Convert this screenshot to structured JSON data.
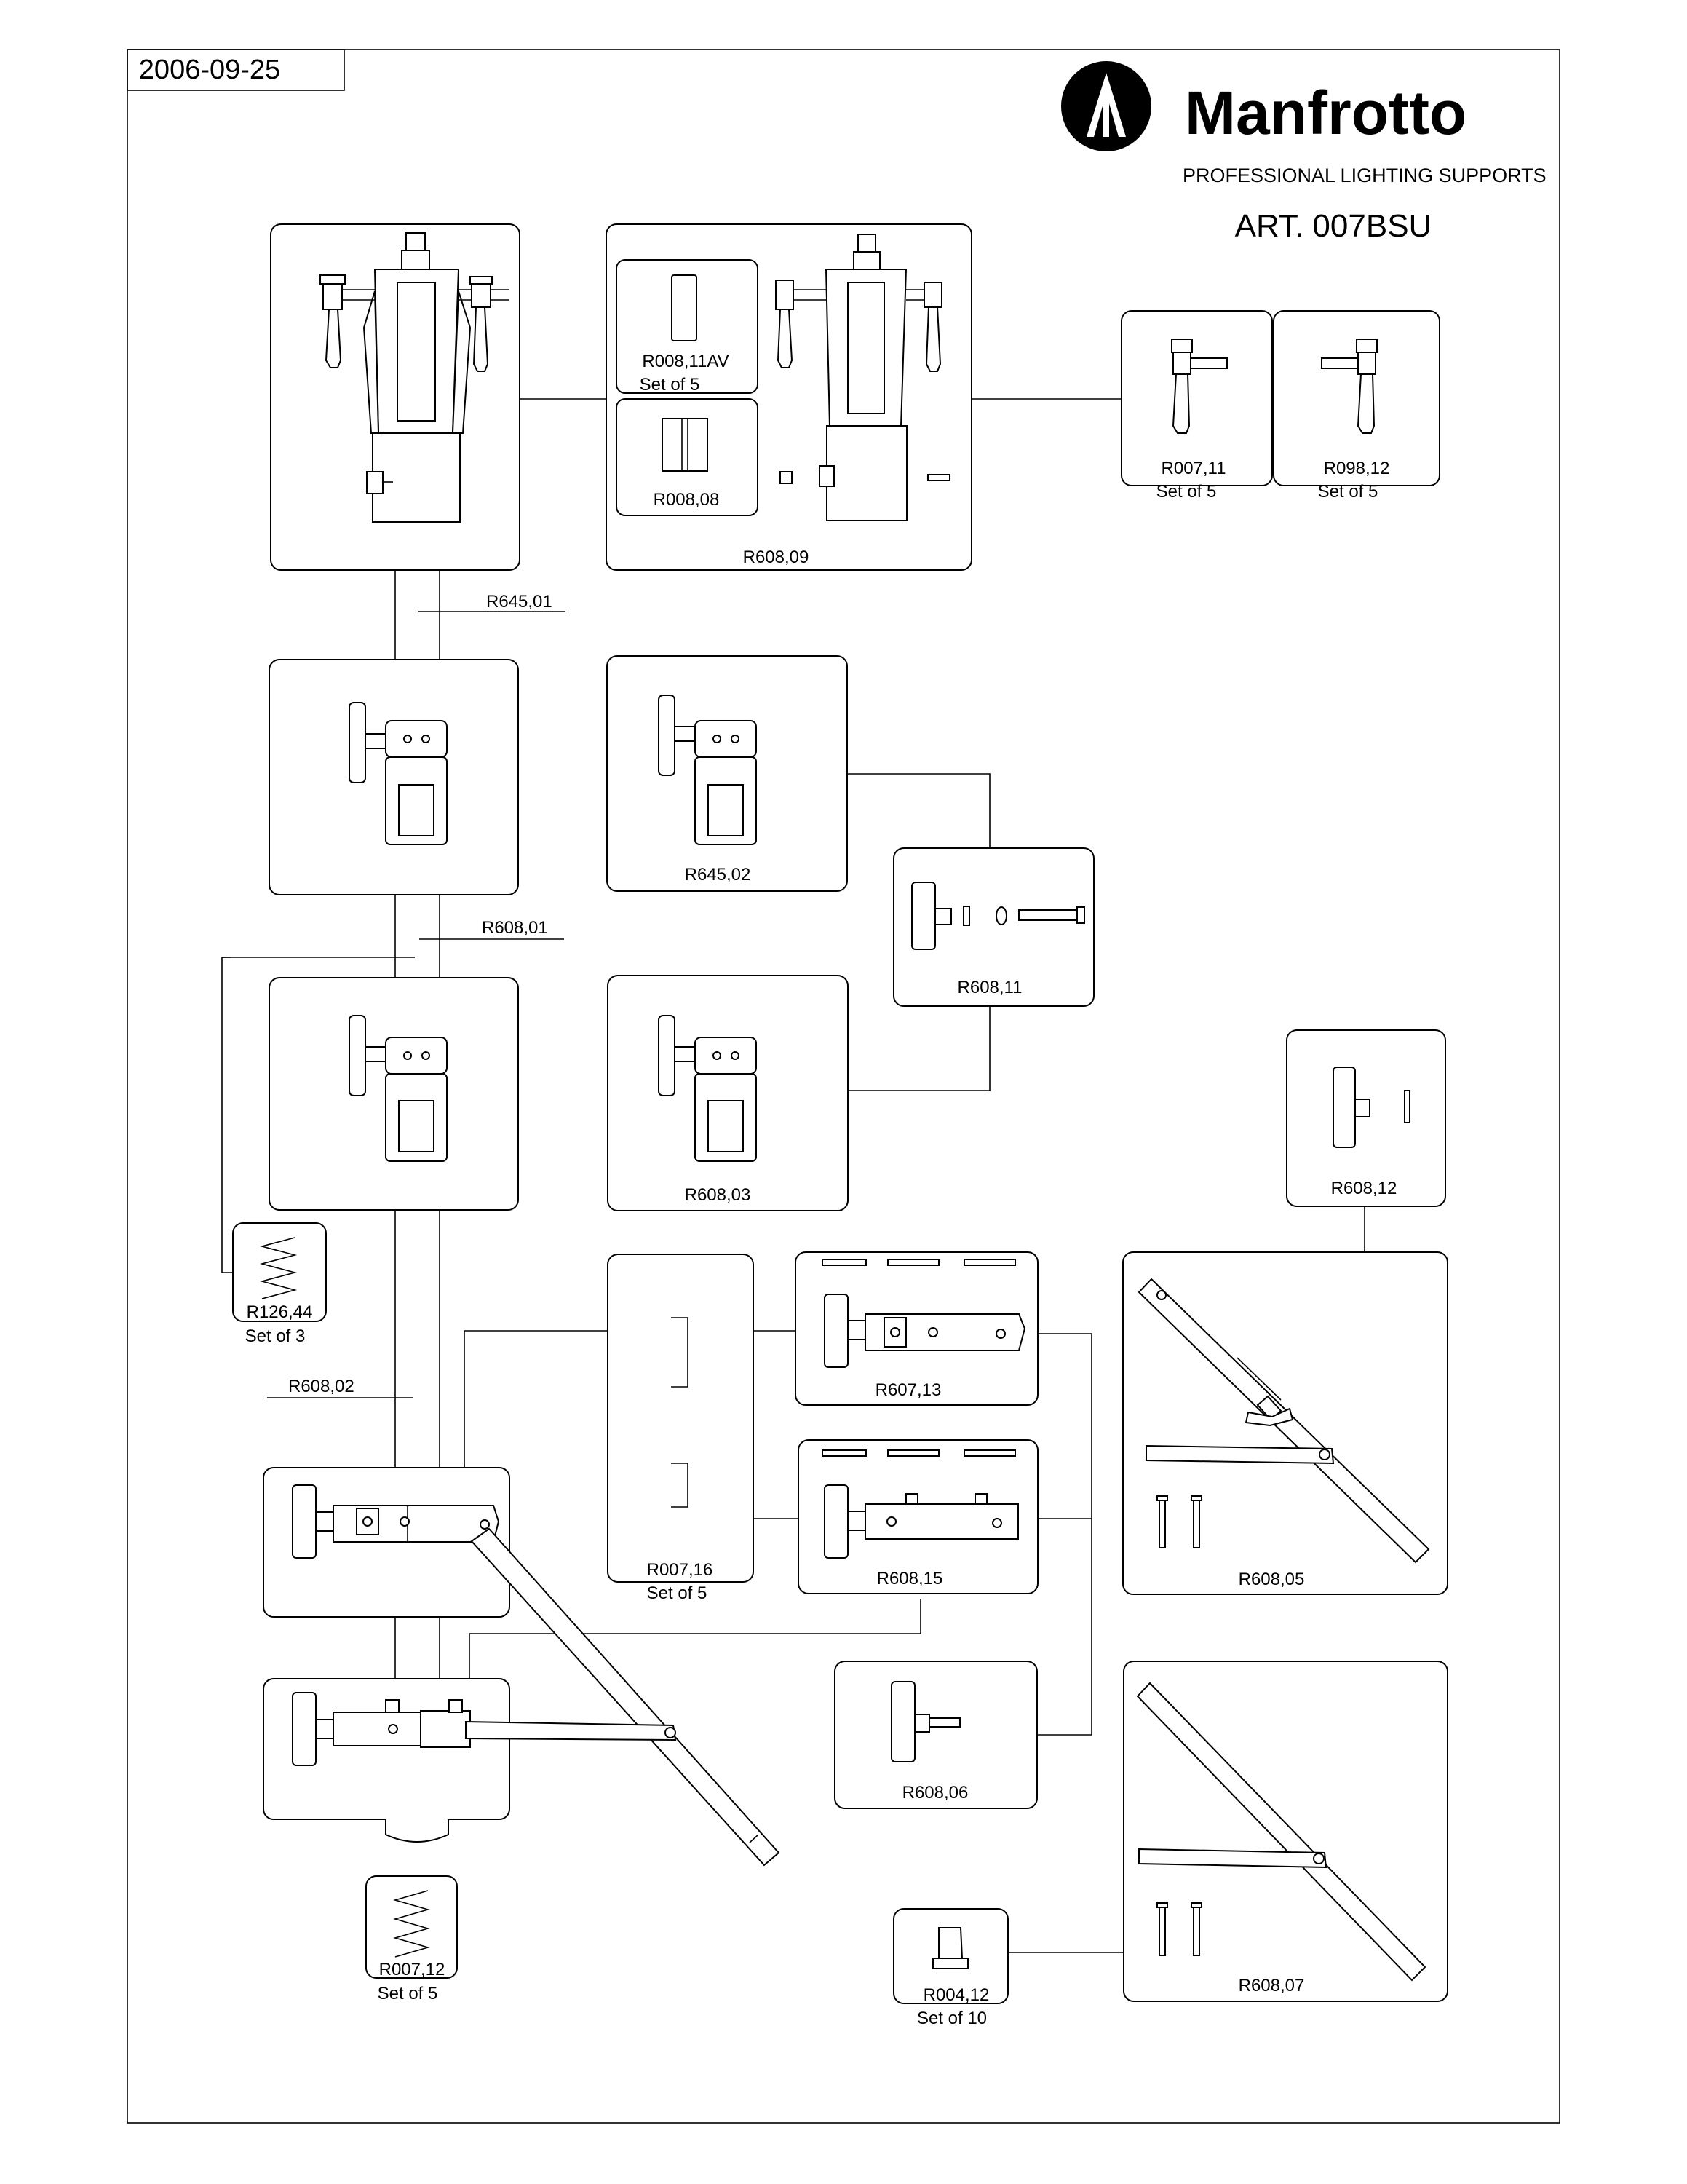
{
  "header": {
    "date": "2006-09-25",
    "brand": "Manfrotto",
    "tagline": "PROFESSIONAL LIGHTING SUPPORTS",
    "article": "ART. 007BSU"
  },
  "parts": {
    "r008_11av": {
      "code": "R008,11AV",
      "qty": "Set of 5"
    },
    "r008_08": {
      "code": "R008,08"
    },
    "r608_09": {
      "code": "R608,09"
    },
    "r007_11": {
      "code": "R007,11",
      "qty": "Set of 5"
    },
    "r098_12": {
      "code": "R098,12",
      "qty": "Set of 5"
    },
    "r645_01": {
      "code": "R645,01"
    },
    "r645_02": {
      "code": "R645,02"
    },
    "r608_11": {
      "code": "R608,11"
    },
    "r608_01": {
      "code": "R608,01"
    },
    "r608_03": {
      "code": "R608,03"
    },
    "r608_12": {
      "code": "R608,12"
    },
    "r126_44": {
      "code": "R126,44",
      "qty": "Set of 3"
    },
    "r608_02": {
      "code": "R608,02"
    },
    "r607_13": {
      "code": "R607,13"
    },
    "r007_16": {
      "code": "R007,16",
      "qty": "Set of 5"
    },
    "r608_15": {
      "code": "R608,15"
    },
    "r608_05": {
      "code": "R608,05"
    },
    "r608_06": {
      "code": "R608,06"
    },
    "r608_07": {
      "code": "R608,07"
    },
    "r007_12": {
      "code": "R007,12",
      "qty": "Set of 5"
    },
    "r004_12": {
      "code": "R004,12",
      "qty": "Set of 10"
    }
  }
}
